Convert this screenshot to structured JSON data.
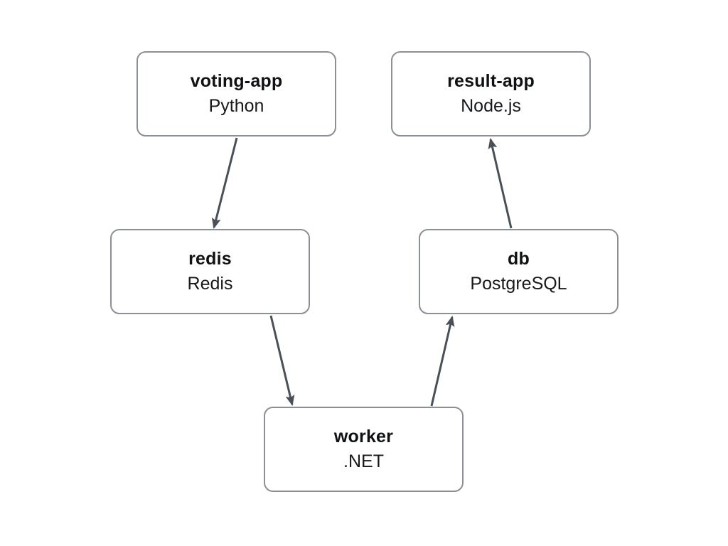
{
  "diagram": {
    "nodes": [
      {
        "id": "voting-app",
        "title": "voting-app",
        "subtitle": "Python"
      },
      {
        "id": "result-app",
        "title": "result-app",
        "subtitle": "Node.js"
      },
      {
        "id": "redis",
        "title": "redis",
        "subtitle": "Redis"
      },
      {
        "id": "db",
        "title": "db",
        "subtitle": "PostgreSQL"
      },
      {
        "id": "worker",
        "title": "worker",
        "subtitle": ".NET"
      }
    ],
    "edges": [
      {
        "from": "voting-app",
        "to": "redis"
      },
      {
        "from": "redis",
        "to": "worker"
      },
      {
        "from": "worker",
        "to": "db"
      },
      {
        "from": "db",
        "to": "result-app"
      }
    ],
    "colors": {
      "node_border": "#8b9097",
      "node_background": "#ffffff",
      "arrow": "#4a5058",
      "text": "#0f1114",
      "page_background": "#ffffff"
    }
  }
}
